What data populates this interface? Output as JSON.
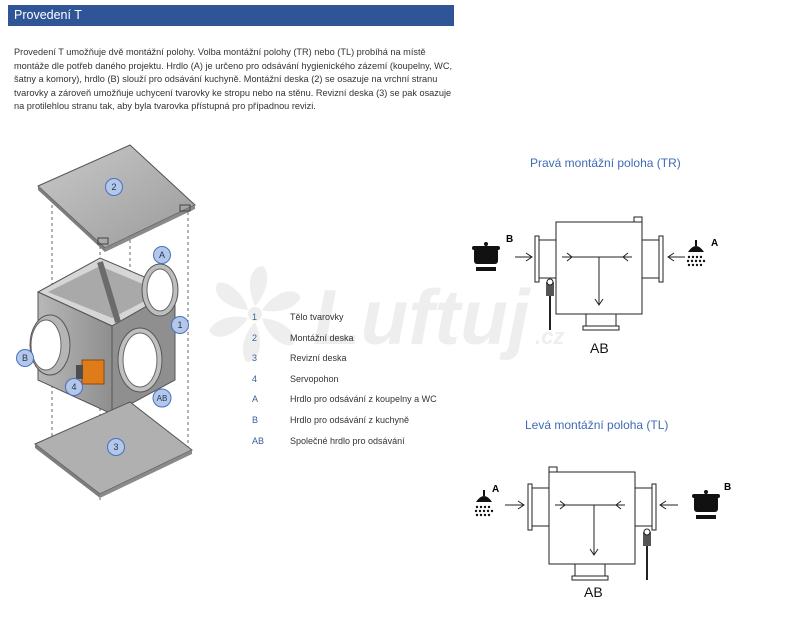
{
  "header": {
    "title": "Provedení T"
  },
  "intro": {
    "text": "Provedení T umožňuje dvě montážní polohy. Volba montážní polohy (TR) nebo (TL) probíhá na místě montáže dle potřeb daného projektu. Hrdlo (A) je určeno pro odsávání hygienického zázemí (koupelny, WC, šatny a komory), hrdlo (B) slouží pro odsávání kuchyně.  Montážní deska (2) se osazuje na vrchní stranu tvarovky a zároveň umožňuje uchycení tvarovky ke stropu nebo na stěnu. Revizní deska (3) se pak osazuje na protilehlou stranu tak, aby byla tvarovka přístupná pro případnou revizi."
  },
  "exploded": {
    "badges": {
      "b2": "2",
      "bA": "A",
      "b1": "1",
      "bB": "B",
      "b4": "4",
      "bAB": "AB",
      "b3": "3"
    }
  },
  "legend": {
    "items": [
      {
        "key": "1",
        "text": "Tělo tvarovky"
      },
      {
        "key": "2",
        "text": "Montážní deska"
      },
      {
        "key": "3",
        "text": "Revizní deska"
      },
      {
        "key": "4",
        "text": "Servopohon"
      },
      {
        "key": "A",
        "text": "Hrdlo pro odsávání z koupelny a WC"
      },
      {
        "key": "B",
        "text": "Hrdlo pro odsávání z kuchyně"
      },
      {
        "key": "AB",
        "text": "Společné hrdlo pro odsávání"
      }
    ]
  },
  "watermark": {
    "text": "Luftuj",
    "suffix": ".cz"
  },
  "tr": {
    "title": "Pravá montážní poloha (TR)",
    "left_label": "B",
    "right_label": "A",
    "outlet_label": "AB"
  },
  "tl": {
    "title": "Levá montážní poloha (TL)",
    "left_label": "A",
    "right_label": "B",
    "outlet_label": "AB"
  },
  "colors": {
    "header_bg": "#2f5597",
    "badge_fill": "#b4c7e7",
    "badge_stroke": "#4472c4",
    "title_blue": "#3f6bb3",
    "servo_orange": "#e07b1a"
  }
}
